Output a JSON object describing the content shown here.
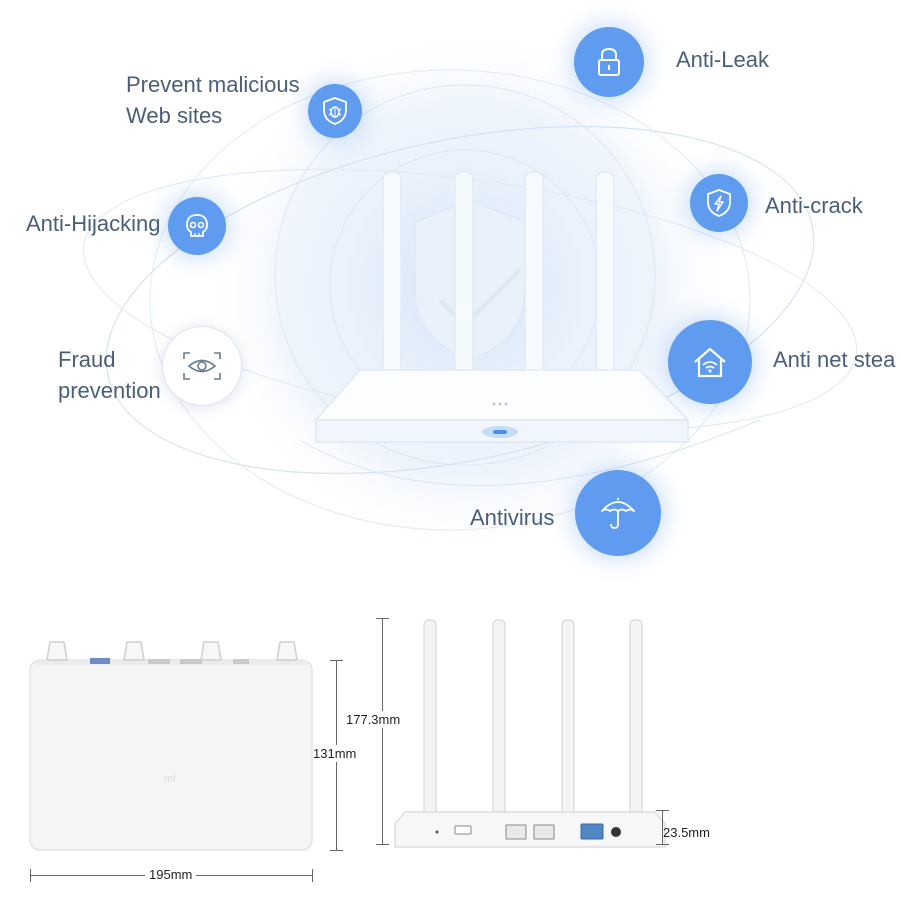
{
  "features": {
    "prevent_malicious": {
      "line1": "Prevent malicious",
      "line2": "Web sites",
      "icon": "bug-shield-icon"
    },
    "anti_leak": {
      "label": "Anti-Leak",
      "icon": "lock-icon"
    },
    "anti_hijacking": {
      "label": "Anti-Hijacking",
      "icon": "skull-icon"
    },
    "anti_crack": {
      "label": "Anti-crack",
      "icon": "lightning-shield-icon"
    },
    "fraud_prevention": {
      "line1": "Fraud",
      "line2": "prevention",
      "icon": "eye-icon"
    },
    "anti_net_steal": {
      "label": "Anti net stea",
      "icon": "wifi-house-icon"
    },
    "antivirus": {
      "label": "Antivirus",
      "icon": "umbrella-icon"
    }
  },
  "dimensions": {
    "width": "195mm",
    "depth": "131mm",
    "height": "177.3mm",
    "body_height": "23.5mm"
  },
  "colors": {
    "accent": "#5f9cf0",
    "text": "#4a5e7c"
  }
}
